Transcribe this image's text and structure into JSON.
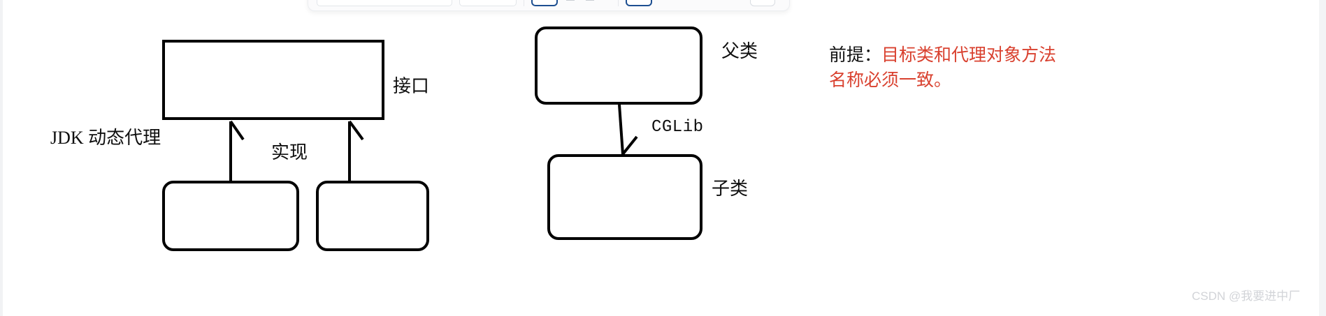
{
  "toolbar": {
    "fields": [
      "",
      ""
    ],
    "buttons": [
      "",
      "",
      ""
    ]
  },
  "diagram": {
    "left_group": {
      "caption": "JDK 动态代理",
      "interface_box": {
        "label": ""
      },
      "interface_side_label": "接口",
      "relation_label": "实现",
      "impl_boxes": [
        {
          "label": ""
        },
        {
          "label": ""
        }
      ]
    },
    "right_group": {
      "parent_box": {
        "label": ""
      },
      "parent_side_label": "父类",
      "relation_label": "CGLib",
      "child_box": {
        "label": ""
      },
      "child_side_label": "子类"
    }
  },
  "note": {
    "prefix": "前提：",
    "text": "目标类和代理对象方法名称必须一致。",
    "color": "#d9412f"
  },
  "watermark": {
    "text": "CSDN @我要进中厂"
  }
}
